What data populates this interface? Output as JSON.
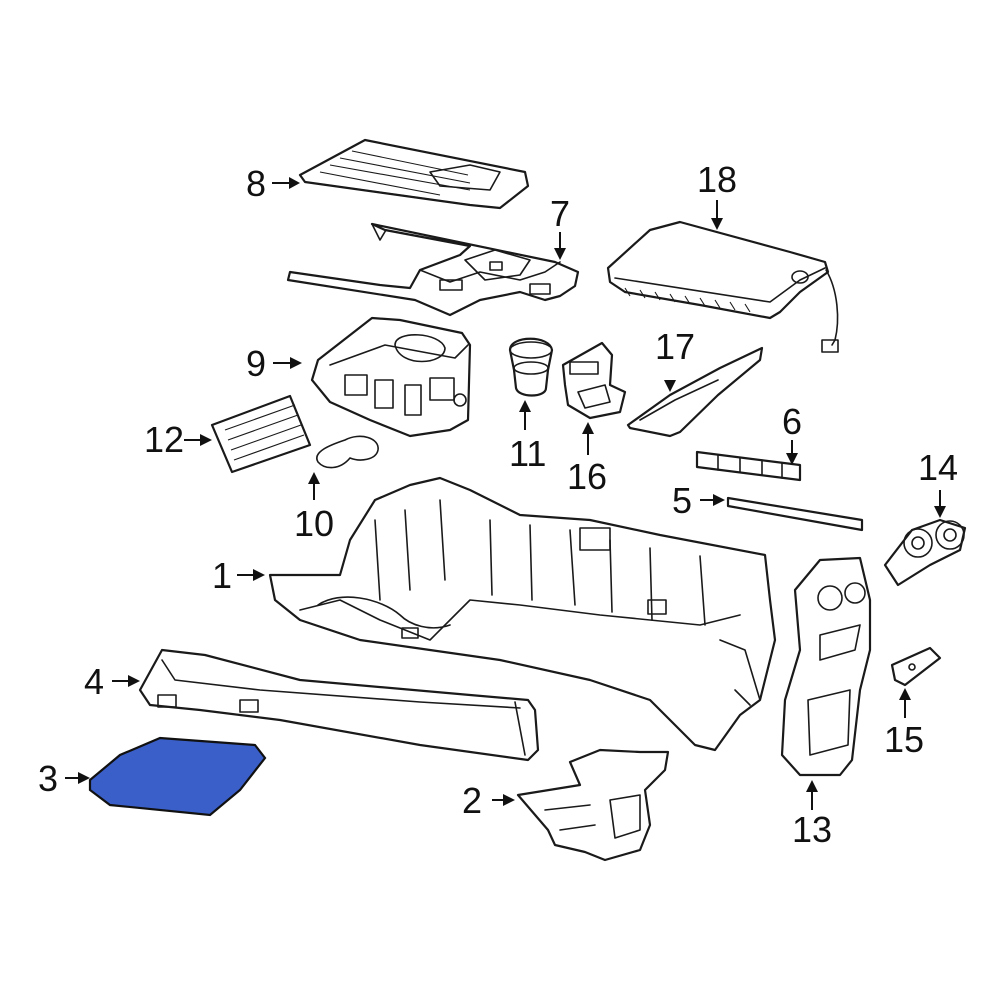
{
  "diagram": {
    "highlight_color": "#3a5fc8",
    "callouts": [
      {
        "id": "c1",
        "label": "1"
      },
      {
        "id": "c2",
        "label": "2"
      },
      {
        "id": "c3",
        "label": "3"
      },
      {
        "id": "c4",
        "label": "4"
      },
      {
        "id": "c5",
        "label": "5"
      },
      {
        "id": "c6",
        "label": "6"
      },
      {
        "id": "c7",
        "label": "7"
      },
      {
        "id": "c8",
        "label": "8"
      },
      {
        "id": "c9",
        "label": "9"
      },
      {
        "id": "c10",
        "label": "10"
      },
      {
        "id": "c11",
        "label": "11"
      },
      {
        "id": "c12",
        "label": "12"
      },
      {
        "id": "c13",
        "label": "13"
      },
      {
        "id": "c14",
        "label": "14"
      },
      {
        "id": "c15",
        "label": "15"
      },
      {
        "id": "c16",
        "label": "16"
      },
      {
        "id": "c17",
        "label": "17"
      },
      {
        "id": "c18",
        "label": "18"
      }
    ]
  }
}
